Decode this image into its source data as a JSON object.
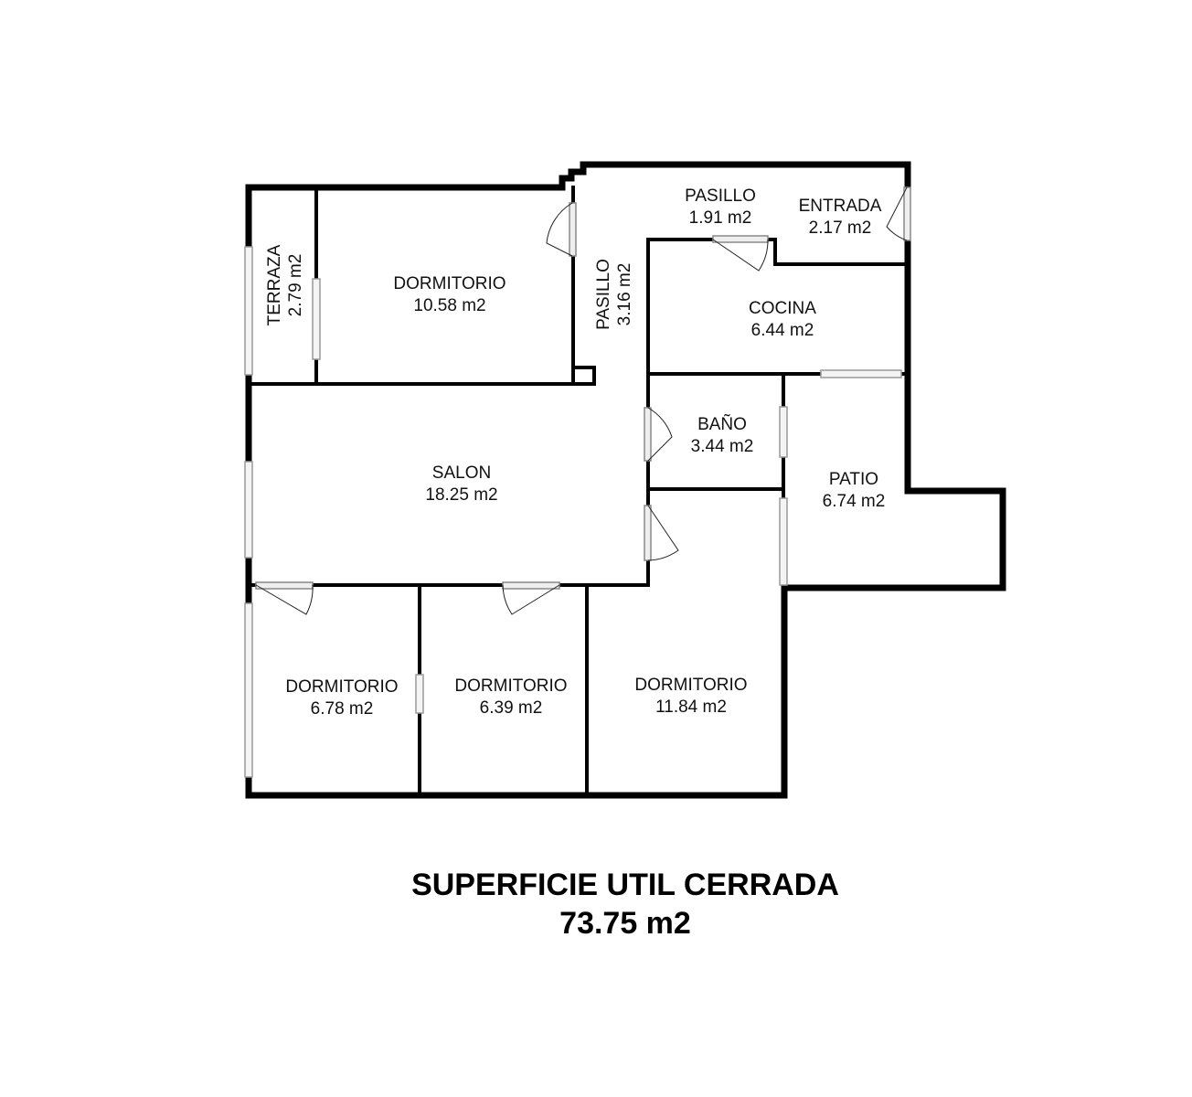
{
  "rooms": {
    "terraza": {
      "name": "TERRAZA",
      "area": "2.79 m2"
    },
    "dormitorio_1": {
      "name": "DORMITORIO",
      "area": "10.58 m2"
    },
    "pasillo_v": {
      "name": "PASILLO",
      "area": "3.16 m2"
    },
    "pasillo_h": {
      "name": "PASILLO",
      "area": "1.91 m2"
    },
    "entrada": {
      "name": "ENTRADA",
      "area": "2.17 m2"
    },
    "cocina": {
      "name": "COCINA",
      "area": "6.44 m2"
    },
    "bano": {
      "name": "BAÑO",
      "area": "3.44 m2"
    },
    "patio": {
      "name": "PATIO",
      "area": "6.74 m2"
    },
    "salon": {
      "name": "SALON",
      "area": "18.25 m2"
    },
    "dormitorio_2": {
      "name": "DORMITORIO",
      "area": "6.78 m2"
    },
    "dormitorio_3": {
      "name": "DORMITORIO",
      "area": "6.39 m2"
    },
    "dormitorio_4": {
      "name": "DORMITORIO",
      "area": "11.84 m2"
    }
  },
  "summary": {
    "title": "SUPERFICIE UTIL CERRADA",
    "total": "73.75 m2"
  }
}
